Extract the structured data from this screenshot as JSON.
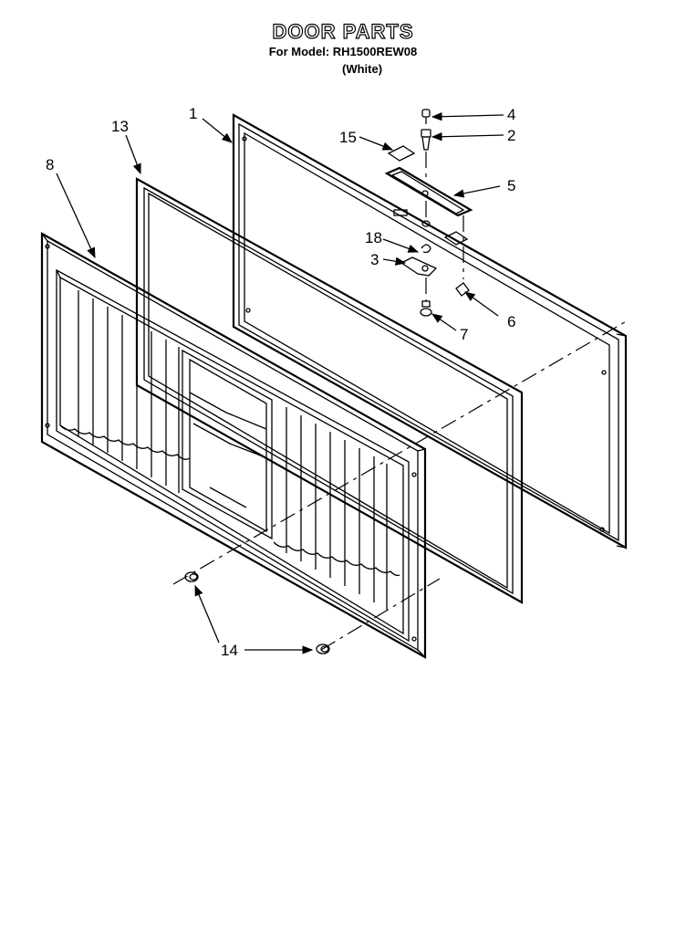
{
  "header": {
    "title": "DOOR PARTS",
    "model_line": "For Model: RH1500REW08",
    "variant": "(White)"
  },
  "callouts": {
    "c1": "1",
    "c2": "2",
    "c3": "3",
    "c4": "4",
    "c5": "5",
    "c6": "6",
    "c7": "7",
    "c8": "8",
    "c13": "13",
    "c14": "14",
    "c15": "15",
    "c18": "18"
  }
}
